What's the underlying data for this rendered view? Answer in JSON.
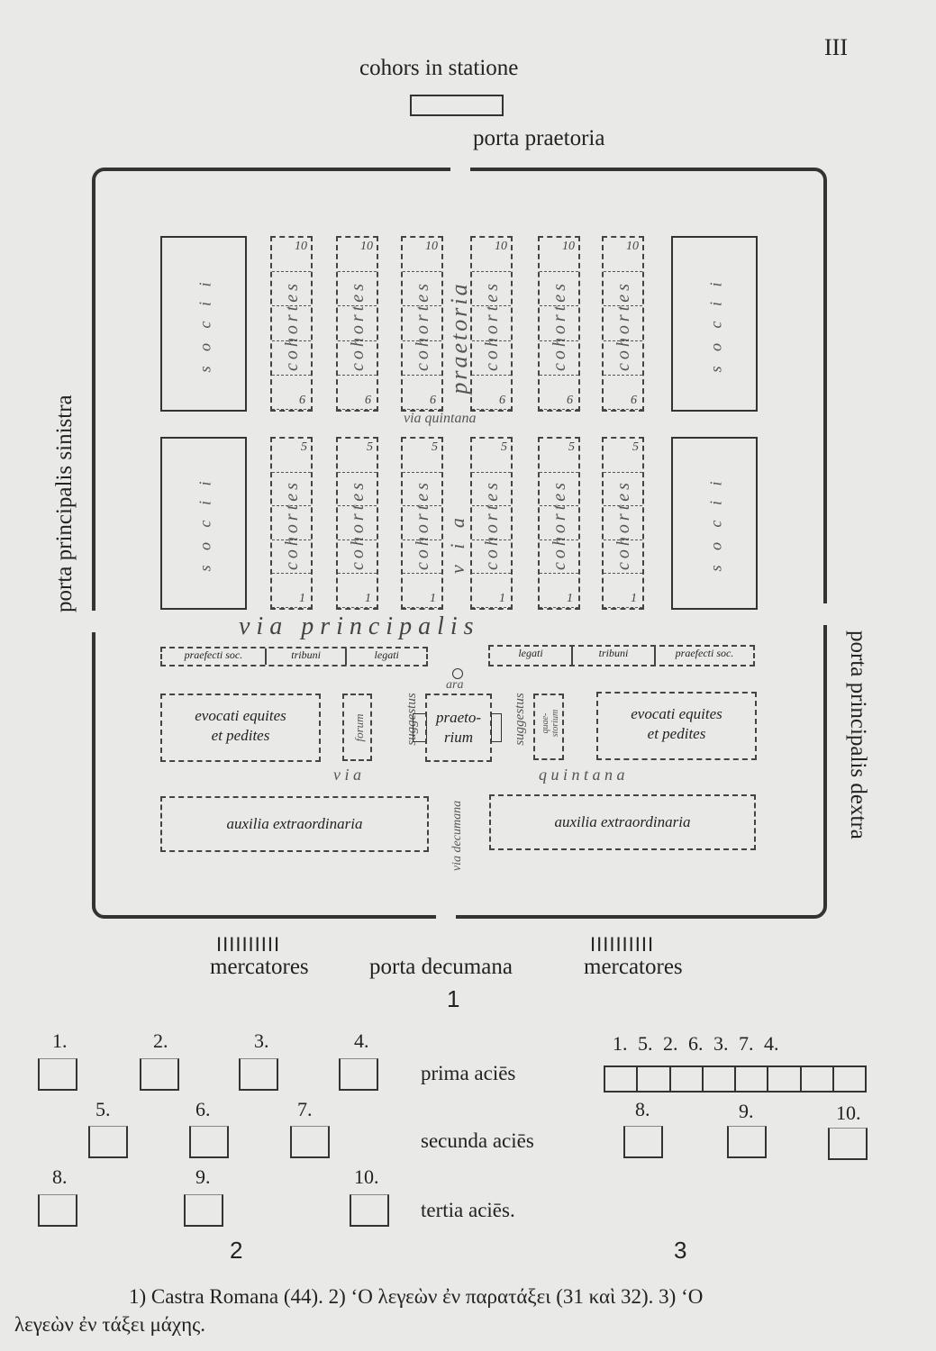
{
  "page_number": "III",
  "camp": {
    "top_label": "cohors in statione",
    "porta_praetoria": "porta praetoria",
    "porta_sinistra": "porta principalis sinistra",
    "porta_dextra": "porta principalis dextra",
    "porta_decumana": "porta decumana",
    "mercatores_left": "mercatores",
    "mercatores_right": "mercatores",
    "mercatores_marks": "IIIIIIIIII",
    "socii": "s o c i i",
    "cohortes": "cohortes",
    "top_numbers": {
      "first": "10",
      "last": "6"
    },
    "bottom_numbers": {
      "first": "5",
      "last": "1"
    },
    "via_praetoria": "praetoria",
    "via_quintana_upper": "via quintana",
    "via_vertical": "v i a",
    "via_principalis": "v i a   p r i n c i p a l i s",
    "left_officers": [
      "praefecti soc.",
      "tribuni",
      "legati"
    ],
    "right_officers": [
      "legati",
      "tribuni",
      "praefecti soc."
    ],
    "ara": "ara",
    "evocati_left": [
      "evocati equites",
      "et pedites"
    ],
    "evocati_right": [
      "evocati equites",
      "et pedites"
    ],
    "forum": "forum",
    "suggestus_left": "suggestus",
    "suggestus_right": "suggestus",
    "praetorium": [
      "praeto-",
      "rium"
    ],
    "quaestorium": [
      "quae-",
      "storium"
    ],
    "via_quintana_left": "v i a",
    "via_quintana_right": "q u i n t a n a",
    "via_decumana": "via decumana",
    "auxilia_left": "auxilia extraordinaria",
    "auxilia_right": "auxilia extraordinaria",
    "figure_number": "1"
  },
  "acies_fig": {
    "row1_numbers": [
      "1.",
      "2.",
      "3.",
      "4."
    ],
    "row2_numbers": [
      "5.",
      "6.",
      "7."
    ],
    "row3_numbers": [
      "8.",
      "9.",
      "10."
    ],
    "prima": "prima aciēs",
    "secunda": "secunda aciēs",
    "tertia": "tertia aciēs.",
    "figure_number_2": "2",
    "figure_number_3": "3",
    "fig3_top_numbers": "1. 5. 2. 6. 3. 7. 4.",
    "fig3_row2_numbers": [
      "8.",
      "9.",
      "10."
    ]
  },
  "caption": {
    "line1": "1) Castra Romana (44). 2) ‘Ο λεγεὼν ἐν παρατάξει (31 καὶ 32). 3) ‘Ο",
    "line2": "λεγεὼν ἐν τάξει μάχης."
  }
}
